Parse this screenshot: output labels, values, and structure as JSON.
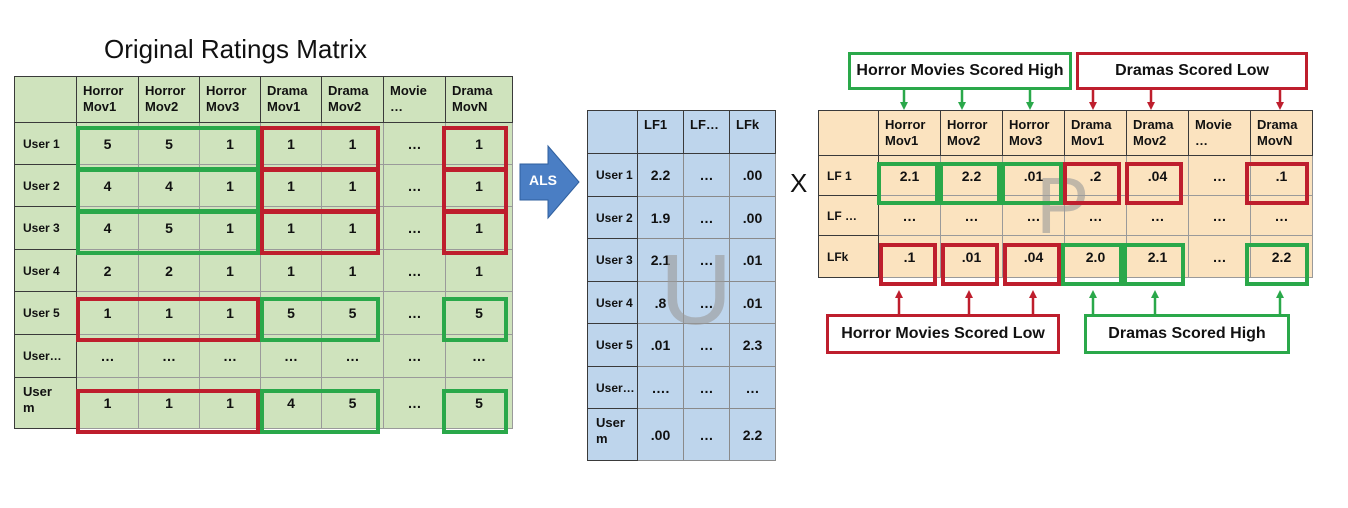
{
  "title": "Original Ratings Matrix",
  "ratings": {
    "columns": [
      "Horror\nMov1",
      "Horror\nMov2",
      "Horror\nMov3",
      "Drama\nMov1",
      "Drama\nMov2",
      "Movie\n…",
      "Drama\nMovN"
    ],
    "rows": [
      {
        "user": "User 1",
        "values": [
          "5",
          "5",
          "1",
          "1",
          "1",
          "…",
          "1"
        ]
      },
      {
        "user": "User 2",
        "values": [
          "4",
          "4",
          "1",
          "1",
          "1",
          "…",
          "1"
        ]
      },
      {
        "user": "User 3",
        "values": [
          "4",
          "5",
          "1",
          "1",
          "1",
          "…",
          "1"
        ]
      },
      {
        "user": "User 4",
        "values": [
          "2",
          "2",
          "1",
          "1",
          "1",
          "…",
          "1"
        ]
      },
      {
        "user": "User 5",
        "values": [
          "1",
          "1",
          "1",
          "5",
          "5",
          "…",
          "5"
        ]
      },
      {
        "user": "User…",
        "values": [
          "…",
          "…",
          "…",
          "…",
          "…",
          "…",
          "…"
        ]
      },
      {
        "user": "User\nm",
        "values": [
          "1",
          "1",
          "1",
          "4",
          "5",
          "…",
          "5"
        ]
      }
    ]
  },
  "arrow_label": "ALS",
  "multiply": "X",
  "u_matrix": {
    "letter": "U",
    "columns": [
      "LF1",
      "LF…",
      "LFk"
    ],
    "rows": [
      {
        "user": "User 1",
        "values": [
          "2.2",
          "…",
          ".00"
        ]
      },
      {
        "user": "User 2",
        "values": [
          "1.9",
          "…",
          ".00"
        ]
      },
      {
        "user": "User 3",
        "values": [
          "2.1",
          "…",
          ".01"
        ]
      },
      {
        "user": "User 4",
        "values": [
          ".8",
          "…",
          ".01"
        ]
      },
      {
        "user": "User 5",
        "values": [
          ".01",
          "…",
          "2.3"
        ]
      },
      {
        "user": "User…",
        "values": [
          "….",
          "…",
          "…"
        ]
      },
      {
        "user": "User\nm",
        "values": [
          ".00",
          "…",
          "2.2"
        ]
      }
    ]
  },
  "p_matrix": {
    "letter": "P",
    "columns": [
      "Horror\nMov1",
      "Horror\nMov2",
      "Horror\nMov3",
      "Drama\nMov1",
      "Drama\nMov2",
      "Movie\n…",
      "Drama\nMovN"
    ],
    "rows": [
      {
        "factor": "LF 1",
        "values": [
          "2.1",
          "2.2",
          ".01",
          ".2",
          ".04",
          "…",
          ".1"
        ]
      },
      {
        "factor": "LF …",
        "values": [
          "…",
          "…",
          "…",
          "…",
          "…",
          "…",
          "…"
        ]
      },
      {
        "factor": "LFk",
        "values": [
          ".1",
          ".01",
          ".04",
          "2.0",
          "2.1",
          "…",
          "2.2"
        ]
      }
    ]
  },
  "callouts": {
    "horror_high": "Horror Movies Scored High",
    "dramas_low": "Dramas Scored Low",
    "horror_low": "Horror Movies Scored Low",
    "dramas_high": "Dramas Scored High"
  },
  "colors": {
    "ratings_fill": "#cfe3bd",
    "u_fill": "#bed5ec",
    "p_fill": "#fbe3bf",
    "high_outline": "#2aa84a",
    "low_outline": "#be1e2d",
    "arrow_fill": "#4a7ec4"
  }
}
